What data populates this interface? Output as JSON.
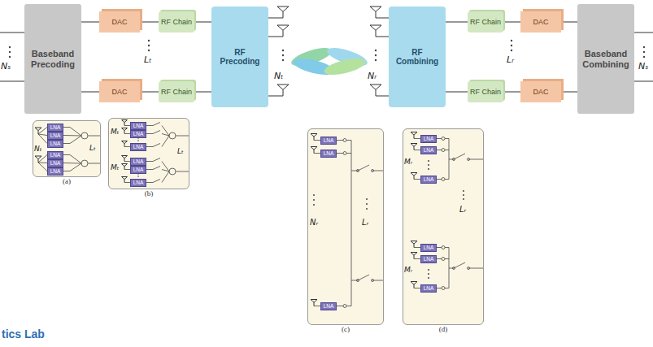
{
  "diagram": {
    "nodes": [
      {
        "text": [
          "Baseband Precoding"
        ]
      },
      {
        "text": [
          "DAC"
        ]
      },
      {
        "text": [
          "DAC"
        ]
      },
      {
        "text": [
          "RF Chain"
        ]
      },
      {
        "text": [
          "RF Chain"
        ]
      },
      {
        "text": [
          "RF Precoding"
        ]
      },
      {
        "text": [
          "RF Combining"
        ]
      },
      {
        "text": [
          "RF Chain"
        ]
      },
      {
        "text": [
          "RF Chain"
        ]
      },
      {
        "text": [
          "DAC"
        ]
      },
      {
        "text": [
          "DAC"
        ]
      },
      {
        "text": [
          "Baseband Combining"
        ]
      },
      {
        "text": [
          "(a)"
        ]
      },
      {
        "text": [
          "LNA"
        ],
        "in": 12
      },
      {
        "text": [
          "LNA"
        ],
        "in": 12
      },
      {
        "text": [
          "LNA"
        ],
        "in": 12
      },
      {
        "text": [
          "LNA"
        ],
        "in": 12
      },
      {
        "text": [
          "LNA"
        ],
        "in": 12
      },
      {
        "text": [
          "LNA"
        ],
        "in": 12
      },
      {
        "text": [
          "(b)"
        ]
      },
      {
        "text": [
          "LNA"
        ],
        "in": 19
      },
      {
        "text": [
          "LNA"
        ],
        "in": 19
      },
      {
        "text": [
          "LNA"
        ],
        "in": 19
      },
      {
        "text": [
          "LNA"
        ],
        "in": 19
      },
      {
        "text": [
          "LNA"
        ],
        "in": 19
      },
      {
        "text": [
          "LNA"
        ],
        "in": 19
      },
      {
        "text": [
          "(c)"
        ]
      },
      {
        "text": [
          "LNA"
        ],
        "in": 26
      },
      {
        "text": [
          "LNA"
        ],
        "in": 26
      },
      {
        "text": [
          "LNA"
        ],
        "in": 26
      },
      {
        "text": [
          "(d)"
        ]
      },
      {
        "text": [
          "LNA"
        ],
        "in": 30
      },
      {
        "text": [
          "LNA"
        ],
        "in": 30
      },
      {
        "text": [
          "LNA"
        ],
        "in": 30
      },
      {
        "text": [
          "LNA"
        ],
        "in": 30
      },
      {
        "text": [
          "LNA"
        ],
        "in": 30
      },
      {
        "text": [
          "LNA"
        ],
        "in": 30
      }
    ],
    "edges": [
      {
        "from": 0,
        "to": 1,
        "arrow": "none"
      },
      {
        "from": 0,
        "to": 2,
        "arrow": "none"
      },
      {
        "from": 1,
        "to": 3,
        "arrow": "none"
      },
      {
        "from": 2,
        "to": 4,
        "arrow": "none"
      },
      {
        "from": 3,
        "to": 5,
        "arrow": "none"
      },
      {
        "from": 4,
        "to": 5,
        "arrow": "none"
      },
      {
        "from": 6,
        "to": 7,
        "arrow": "none"
      },
      {
        "from": 6,
        "to": 8,
        "arrow": "none"
      },
      {
        "from": 7,
        "to": 9,
        "arrow": "none"
      },
      {
        "from": 8,
        "to": 10,
        "arrow": "none"
      },
      {
        "from": 9,
        "to": 11,
        "arrow": "none"
      },
      {
        "from": 10,
        "to": 11,
        "arrow": "none"
      }
    ],
    "labels": [
      "Nₛ",
      "Lₜ",
      "Nₜ",
      "Nᵣ",
      "Lᵣ",
      "Nₛ",
      "Nₜ",
      "Lₜ",
      "Mₜ",
      "Mₜ",
      "Lₜ",
      "Nᵣ",
      "Lᵣ",
      "Mᵣ",
      "Mᵣ",
      "Lᵣ",
      "tics Lab"
    ]
  }
}
